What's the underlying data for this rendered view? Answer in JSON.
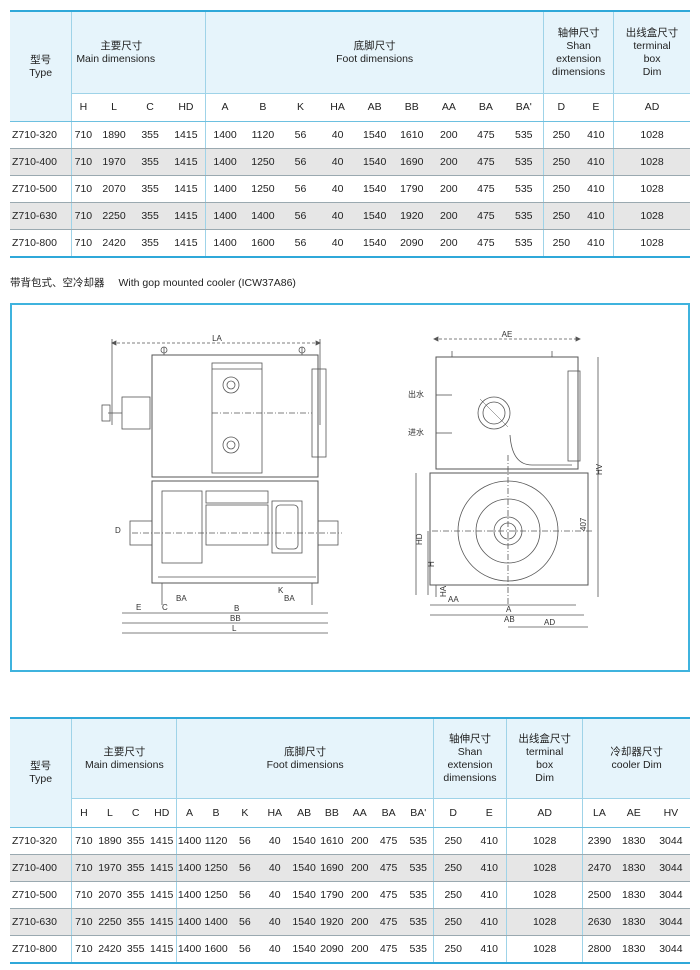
{
  "table1": {
    "headers": {
      "type_cn": "型号",
      "type_en": "Type",
      "main_cn": "主要尺寸",
      "main_en": "Main dimensions",
      "foot_cn": "底脚尺寸",
      "foot_en": "Foot dimensions",
      "shaft_cn": "轴伸尺寸",
      "shaft_en1": "Shan",
      "shaft_en2": "extension",
      "shaft_en3": "dimensions",
      "term_cn": "出线盒尺寸",
      "term_en1": "terminal",
      "term_en2": "box",
      "term_en3": "Dim"
    },
    "columns": [
      "H",
      "L",
      "C",
      "HD",
      "A",
      "B",
      "K",
      "HA",
      "AB",
      "BB",
      "AA",
      "BA",
      "BA'",
      "D",
      "E",
      "AD"
    ],
    "rows": [
      [
        "Z710-320",
        "710",
        "1890",
        "355",
        "1415",
        "1400",
        "1120",
        "56",
        "40",
        "1540",
        "1610",
        "200",
        "475",
        "535",
        "250",
        "410",
        "1028"
      ],
      [
        "Z710-400",
        "710",
        "1970",
        "355",
        "1415",
        "1400",
        "1250",
        "56",
        "40",
        "1540",
        "1690",
        "200",
        "475",
        "535",
        "250",
        "410",
        "1028"
      ],
      [
        "Z710-500",
        "710",
        "2070",
        "355",
        "1415",
        "1400",
        "1250",
        "56",
        "40",
        "1540",
        "1790",
        "200",
        "475",
        "535",
        "250",
        "410",
        "1028"
      ],
      [
        "Z710-630",
        "710",
        "2250",
        "355",
        "1415",
        "1400",
        "1400",
        "56",
        "40",
        "1540",
        "1920",
        "200",
        "475",
        "535",
        "250",
        "410",
        "1028"
      ],
      [
        "Z710-800",
        "710",
        "2420",
        "355",
        "1415",
        "1400",
        "1600",
        "56",
        "40",
        "1540",
        "2090",
        "200",
        "475",
        "535",
        "250",
        "410",
        "1028"
      ]
    ]
  },
  "caption": {
    "cn": "带背包式、空冷却器",
    "en": "With gop mounted cooler (ICW37A86)"
  },
  "drawing": {
    "left_labels": {
      "LA": "LA",
      "D": "D",
      "E": "E",
      "C": "C",
      "BA1": "BA",
      "BA2": "BA",
      "K": "K",
      "B": "B",
      "BB": "BB",
      "L": "L"
    },
    "right_labels": {
      "AE": "AE",
      "out": "出水",
      "in": "进水",
      "HV": "HV",
      "HD": "HD",
      "H": "H",
      "HA": "HA",
      "AA": "AA",
      "A": "A",
      "AB": "AB",
      "AD": "AD",
      "d407": "407"
    }
  },
  "table2": {
    "headers": {
      "type_cn": "型号",
      "type_en": "Type",
      "main_cn": "主要尺寸",
      "main_en": "Main dimensions",
      "foot_cn": "底脚尺寸",
      "foot_en": "Foot dimensions",
      "shaft_cn": "轴伸尺寸",
      "shaft_en1": "Shan",
      "shaft_en2": "extension",
      "shaft_en3": "dimensions",
      "term_cn": "出线盒尺寸",
      "term_en1": "terminal",
      "term_en2": "box",
      "term_en3": "Dim",
      "cool_cn": "冷却器尺寸",
      "cool_en": "cooler Dim"
    },
    "columns": [
      "H",
      "L",
      "C",
      "HD",
      "A",
      "B",
      "K",
      "HA",
      "AB",
      "BB",
      "AA",
      "BA",
      "BA'",
      "D",
      "E",
      "AD",
      "LA",
      "AE",
      "HV"
    ],
    "rows": [
      [
        "Z710-320",
        "710",
        "1890",
        "355",
        "1415",
        "1400",
        "1120",
        "56",
        "40",
        "1540",
        "1610",
        "200",
        "475",
        "535",
        "250",
        "410",
        "1028",
        "2390",
        "1830",
        "3044"
      ],
      [
        "Z710-400",
        "710",
        "1970",
        "355",
        "1415",
        "1400",
        "1250",
        "56",
        "40",
        "1540",
        "1690",
        "200",
        "475",
        "535",
        "250",
        "410",
        "1028",
        "2470",
        "1830",
        "3044"
      ],
      [
        "Z710-500",
        "710",
        "2070",
        "355",
        "1415",
        "1400",
        "1250",
        "56",
        "40",
        "1540",
        "1790",
        "200",
        "475",
        "535",
        "250",
        "410",
        "1028",
        "2500",
        "1830",
        "3044"
      ],
      [
        "Z710-630",
        "710",
        "2250",
        "355",
        "1415",
        "1400",
        "1400",
        "56",
        "40",
        "1540",
        "1920",
        "200",
        "475",
        "535",
        "250",
        "410",
        "1028",
        "2630",
        "1830",
        "3044"
      ],
      [
        "Z710-800",
        "710",
        "2420",
        "355",
        "1415",
        "1400",
        "1600",
        "56",
        "40",
        "1540",
        "2090",
        "200",
        "475",
        "535",
        "250",
        "410",
        "1028",
        "2800",
        "1830",
        "3044"
      ]
    ]
  }
}
